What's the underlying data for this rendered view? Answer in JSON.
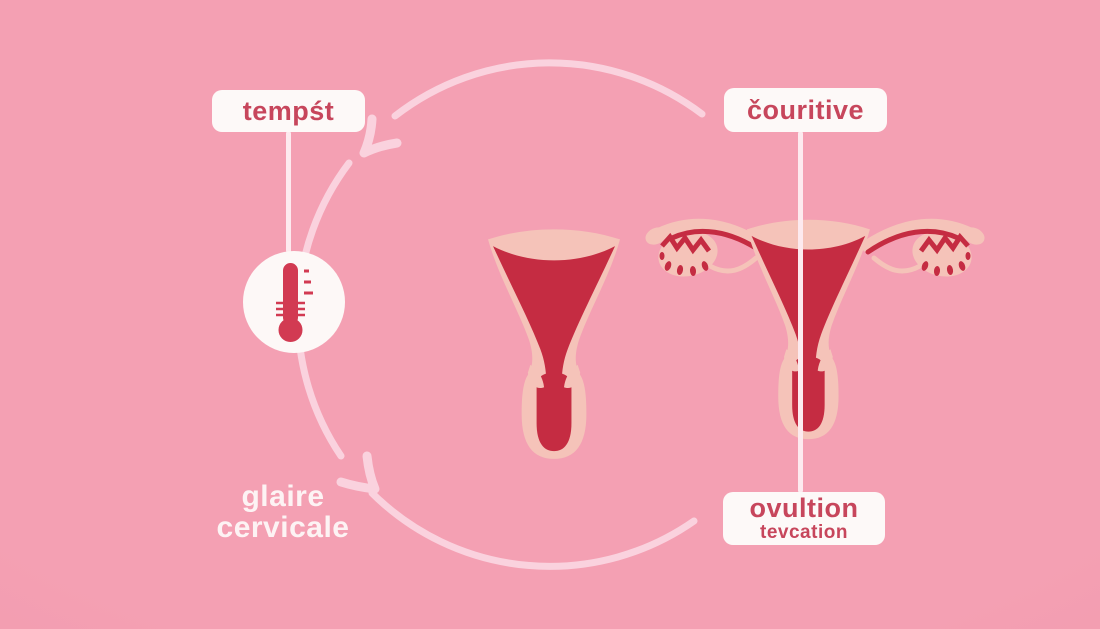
{
  "palette": {
    "background": "#f4a0b3",
    "background_edge": "#ee93a8",
    "arc": "#fad2de",
    "connector": "#fdeaef",
    "card_bg": "#fdf9f8",
    "card_text": "#c7465c",
    "white_text": "#fdf3f4",
    "thermometer_red": "#d23a52",
    "icon_circle_bg": "#fdf8f7",
    "uterus_outer": "#f5c3b9",
    "uterus_inner": "#c52c42"
  },
  "labels": {
    "temperature": "tempśt",
    "phase_top_right": "čouritive",
    "ovulation_line1": "ovultion",
    "ovulation_line2": "tevcation",
    "cervical_mucus_line1": "glaire",
    "cervical_mucus_line2": "cervicale"
  },
  "icons": {
    "thermometer": "thermometer-icon",
    "cycle_arrow_top": "curved-arrow-icon",
    "cycle_arrow_bottom": "curved-arrow-icon"
  }
}
